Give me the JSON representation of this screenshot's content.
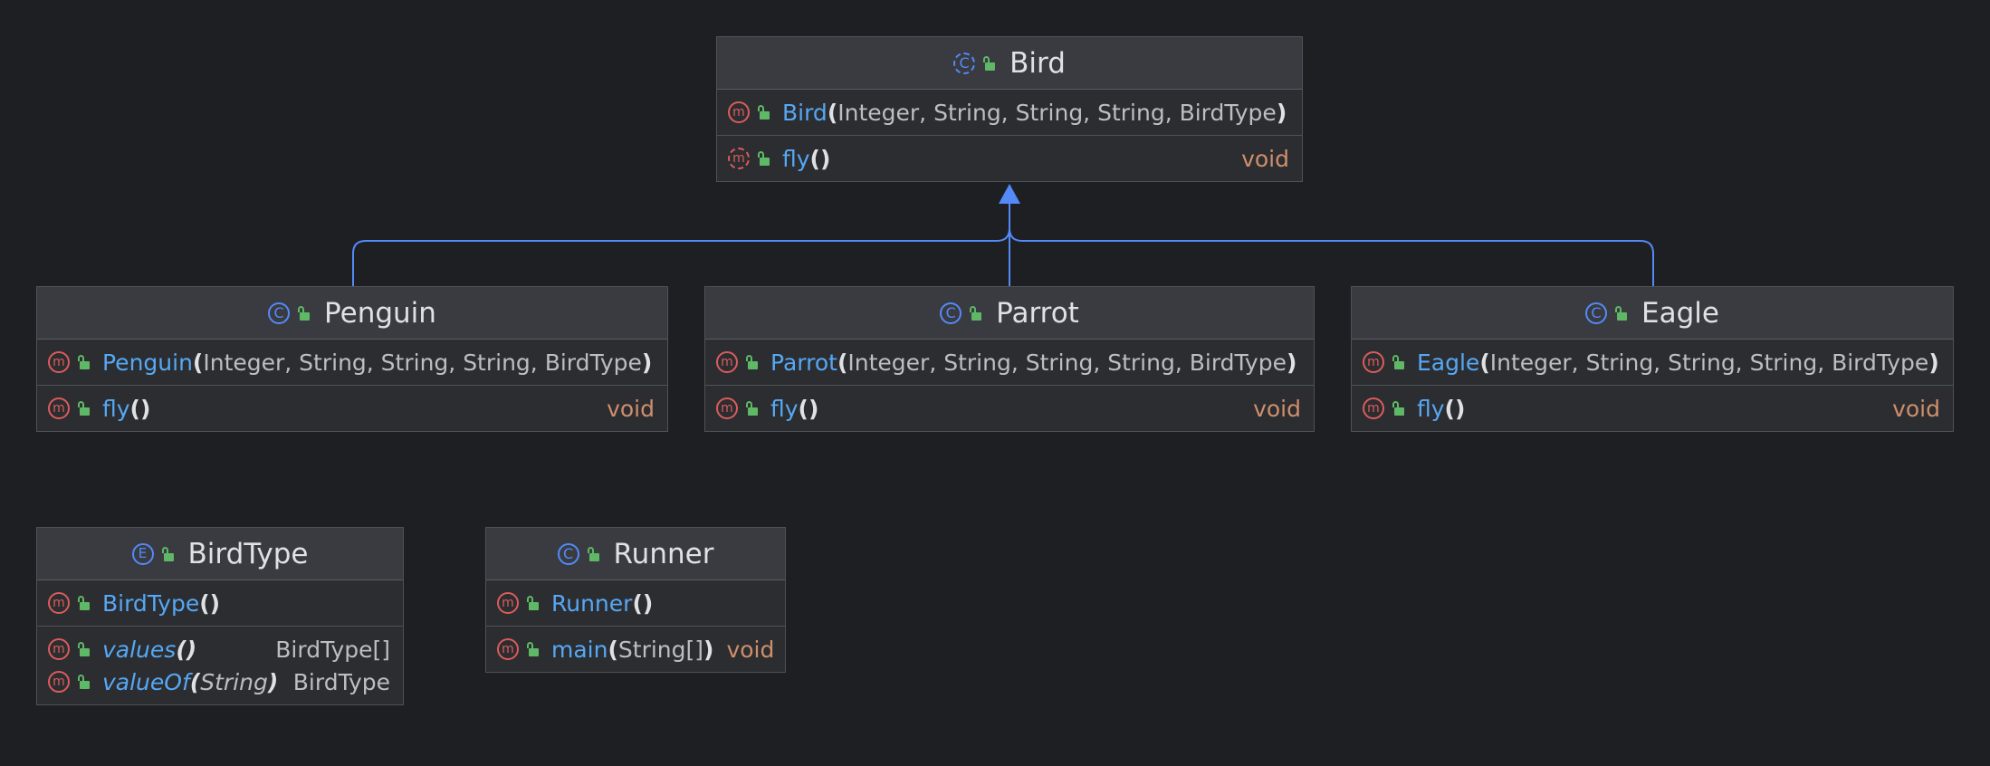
{
  "diagram": {
    "classes": [
      {
        "id": "bird",
        "kind": "abstract-class",
        "name": "Bird",
        "sections": [
          [
            {
              "name": "Bird",
              "params": "Integer, String, String, String, BirdType",
              "type": "",
              "abstract": false,
              "static": false
            }
          ],
          [
            {
              "name": "fly",
              "params": "",
              "type": "void",
              "abstract": true,
              "static": false
            }
          ]
        ]
      },
      {
        "id": "penguin",
        "kind": "class",
        "name": "Penguin",
        "sections": [
          [
            {
              "name": "Penguin",
              "params": "Integer, String, String, String, BirdType",
              "type": "",
              "abstract": false,
              "static": false
            }
          ],
          [
            {
              "name": "fly",
              "params": "",
              "type": "void",
              "abstract": false,
              "static": false
            }
          ]
        ]
      },
      {
        "id": "parrot",
        "kind": "class",
        "name": "Parrot",
        "sections": [
          [
            {
              "name": "Parrot",
              "params": "Integer, String, String, String, BirdType",
              "type": "",
              "abstract": false,
              "static": false
            }
          ],
          [
            {
              "name": "fly",
              "params": "",
              "type": "void",
              "abstract": false,
              "static": false
            }
          ]
        ]
      },
      {
        "id": "eagle",
        "kind": "class",
        "name": "Eagle",
        "sections": [
          [
            {
              "name": "Eagle",
              "params": "Integer, String, String, String, BirdType",
              "type": "",
              "abstract": false,
              "static": false
            }
          ],
          [
            {
              "name": "fly",
              "params": "",
              "type": "void",
              "abstract": false,
              "static": false
            }
          ]
        ]
      },
      {
        "id": "birdtype",
        "kind": "enum",
        "name": "BirdType",
        "sections": [
          [
            {
              "name": "BirdType",
              "params": "",
              "type": "",
              "abstract": false,
              "static": false
            }
          ],
          [
            {
              "name": "values",
              "params": "",
              "type": "BirdType[]",
              "abstract": false,
              "static": true
            },
            {
              "name": "valueOf",
              "params": "String",
              "type": "BirdType",
              "abstract": false,
              "static": true
            }
          ]
        ]
      },
      {
        "id": "runner",
        "kind": "class",
        "name": "Runner",
        "sections": [
          [
            {
              "name": "Runner",
              "params": "",
              "type": "",
              "abstract": false,
              "static": false
            }
          ],
          [
            {
              "name": "main",
              "params": "String[]",
              "type": "void",
              "abstract": false,
              "static": false
            }
          ]
        ]
      }
    ],
    "inheritance": [
      {
        "child": "penguin",
        "parent": "bird"
      },
      {
        "child": "parrot",
        "parent": "bird"
      },
      {
        "child": "eagle",
        "parent": "bird"
      }
    ],
    "icon_letters": {
      "class": "C",
      "enum": "E",
      "method": "m"
    },
    "colors": {
      "background": "#1e1f22",
      "edge": "#548af7",
      "method_name": "#56a8f5",
      "void_type": "#cf8e6d",
      "class_icon": "#548af7",
      "method_icon": "#db5c5c",
      "public_lock": "#5fb865"
    }
  }
}
